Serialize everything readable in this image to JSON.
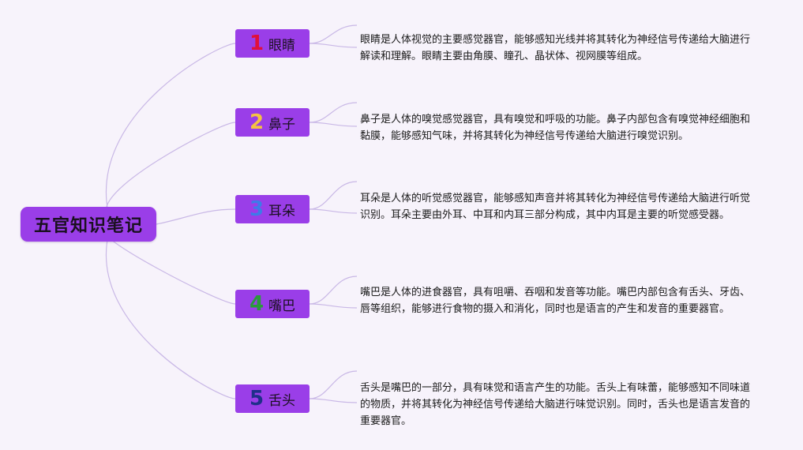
{
  "root": {
    "title": "五官知识笔记"
  },
  "colors": {
    "node_fill": "#9a3ee8",
    "connector": "#c9b8e6",
    "background": "#f7f3fb"
  },
  "branches": [
    {
      "number": "1",
      "number_color": "#e0103a",
      "label": "眼睛",
      "description": "眼睛是人体视觉的主要感觉器官，能够感知光线并将其转化为神经信号传递给大脑进行解读和理解。眼睛主要由角膜、瞳孔、晶状体、视网膜等组成。"
    },
    {
      "number": "2",
      "number_color": "#f5c242",
      "label": "鼻子",
      "description": "鼻子是人体的嗅觉感觉器官，具有嗅觉和呼吸的功能。鼻子内部包含有嗅觉神经细胞和黏膜，能够感知气味，并将其转化为神经信号传递给大脑进行嗅觉识别。"
    },
    {
      "number": "3",
      "number_color": "#3d7be8",
      "label": "耳朵",
      "description": "耳朵是人体的听觉感觉器官，能够感知声音并将其转化为神经信号传递给大脑进行听觉识别。耳朵主要由外耳、中耳和内耳三部分构成，其中内耳是主要的听觉感受器。"
    },
    {
      "number": "4",
      "number_color": "#2a9a3a",
      "label": "嘴巴",
      "description": "嘴巴是人体的进食器官，具有咀嚼、吞咽和发音等功能。嘴巴内部包含有舌头、牙齿、唇等组织，能够进行食物的摄入和消化，同时也是语言的产生和发音的重要器官。"
    },
    {
      "number": "5",
      "number_color": "#1f2f8a",
      "label": "舌头",
      "description": "舌头是嘴巴的一部分，具有味觉和语言产生的功能。舌头上有味蕾，能够感知不同味道的物质，并将其转化为神经信号传递给大脑进行味觉识别。同时，舌头也是语言发音的重要器官。"
    }
  ]
}
